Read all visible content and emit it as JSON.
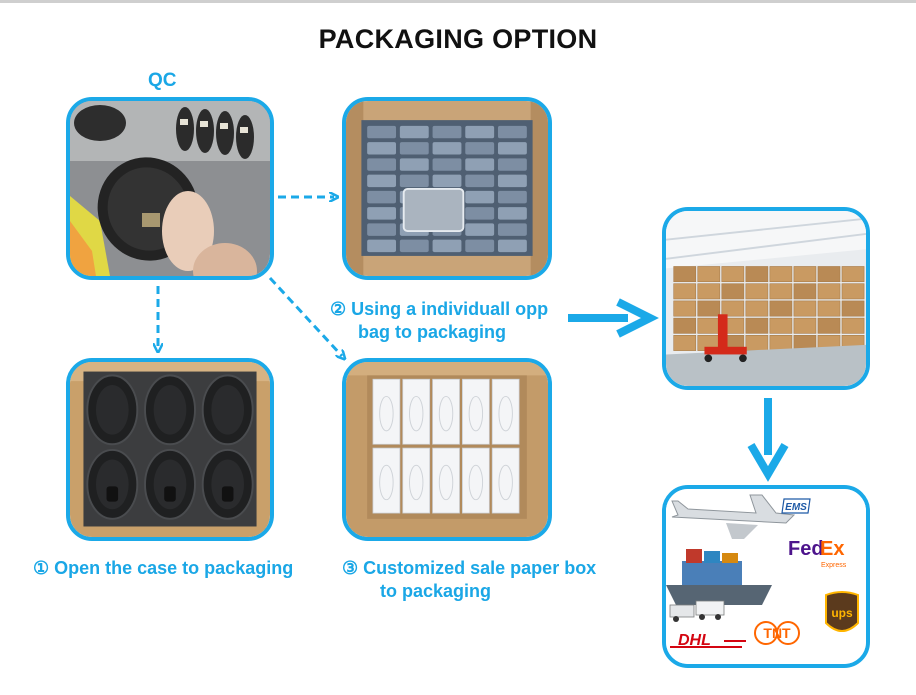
{
  "page": {
    "title": "PACKAGING OPTION",
    "qc_label": "QC"
  },
  "captions": {
    "open_case": "① Open the case to packaging",
    "opp_bag_line1": "② Using a individuall opp",
    "opp_bag_line2": "bag to packaging",
    "paper_box_line1": "③ Customized sale paper box",
    "paper_box_line2": "to packaging"
  },
  "logos": {
    "ems": "EMS",
    "fedex_fed": "Fed",
    "fedex_ex": "Ex",
    "fedex_express": "Express",
    "dhl": "DHL",
    "tnt": "TNT",
    "ups": "ups"
  },
  "colors": {
    "accent": "#1ba9e8",
    "title": "#111111",
    "fedex_purple": "#4d148c",
    "fedex_orange": "#ff6600",
    "dhl_red": "#d40511",
    "tnt_orange": "#ff6600",
    "ups_brown": "#5b3a1d",
    "ups_gold": "#ffb500"
  }
}
